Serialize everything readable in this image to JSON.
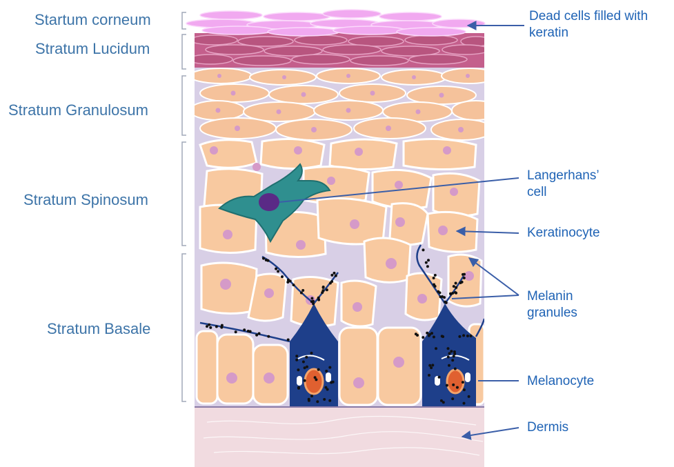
{
  "layers": [
    {
      "label": "Startum corneum"
    },
    {
      "label": "Stratum Lucidum"
    },
    {
      "label": "Stratum Granulosum"
    },
    {
      "label": "Stratum Spinosum"
    },
    {
      "label": "Stratum Basale"
    }
  ],
  "callouts": {
    "dead_cells": {
      "line1": "Dead cells filled with",
      "line2": "keratin"
    },
    "langerhans": {
      "line1": "Langerhans’",
      "line2": "cell"
    },
    "keratinocyte": {
      "line1": "Keratinocyte"
    },
    "melanin": {
      "line1": "Melanin",
      "line2": "granules"
    },
    "melanocyte": {
      "line1": "Melanocyte"
    },
    "dermis": {
      "line1": "Dermis"
    }
  },
  "colors": {
    "layer_label": "#3d74a8",
    "callout_text": "#1f63b5",
    "arrow": "#3a5ea8",
    "corneum": "#f1a9f0",
    "lucidum": "#b8557f",
    "keratinocyte": "#f8c9a0",
    "nucleus": "#d59ac8",
    "langerhans": "#2f8f8f",
    "melanocyte": "#1e3f8a",
    "dermis": "#f1dbe0",
    "intercellular": "#d8cfe6"
  }
}
